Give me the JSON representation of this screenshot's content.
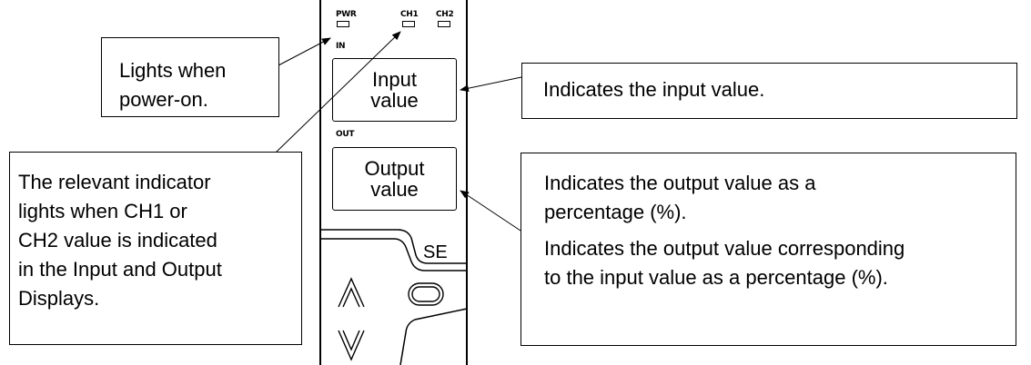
{
  "device": {
    "labels": {
      "pwr": "PWR",
      "ch1": "CH1",
      "ch2": "CH2",
      "in": "IN",
      "out": "OUT",
      "se": "SE"
    },
    "input_display": "Input\nvalue",
    "output_display": "Output\nvalue",
    "icons": [
      "up-arrow-icon",
      "down-arrow-icon",
      "loop-icon"
    ]
  },
  "callouts": {
    "power": "Lights when\npower-on.",
    "indicator": "The relevant indicator\nlights when CH1 or\nCH2 value is indicated\nin the Input and Output\nDisplays.",
    "input": "Indicates the input value.",
    "output_1": "Indicates the output value as a\npercentage (%).",
    "output_2": "Indicates the output value corresponding\nto the input value as a percentage (%)."
  }
}
